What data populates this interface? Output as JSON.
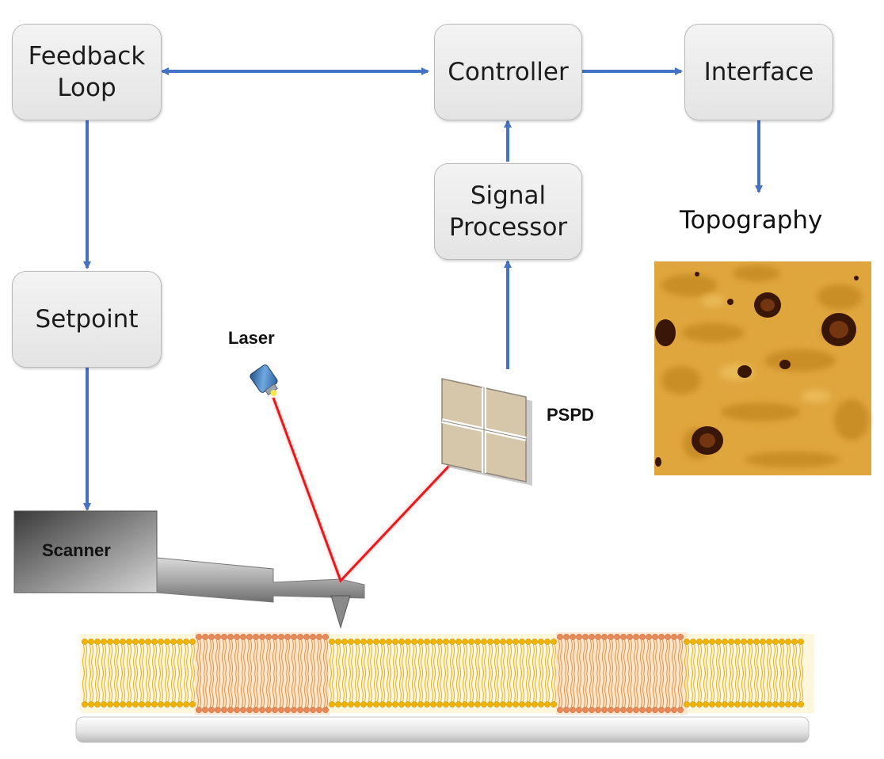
{
  "blocks": {
    "feedback_loop": "Feedback\nLoop",
    "controller": "Controller",
    "interface": "Interface",
    "signal_processor": "Signal\nProcessor",
    "setpoint": "Setpoint"
  },
  "labels": {
    "topography": "Topography",
    "laser": "Laser",
    "pspd": "PSPD",
    "scanner": "Scanner"
  },
  "colors": {
    "arrow": "#4472c4",
    "laser_beam": "#e8191b",
    "lipid_head_light": "#f0b400",
    "lipid_head_domain": "#e8895a"
  }
}
